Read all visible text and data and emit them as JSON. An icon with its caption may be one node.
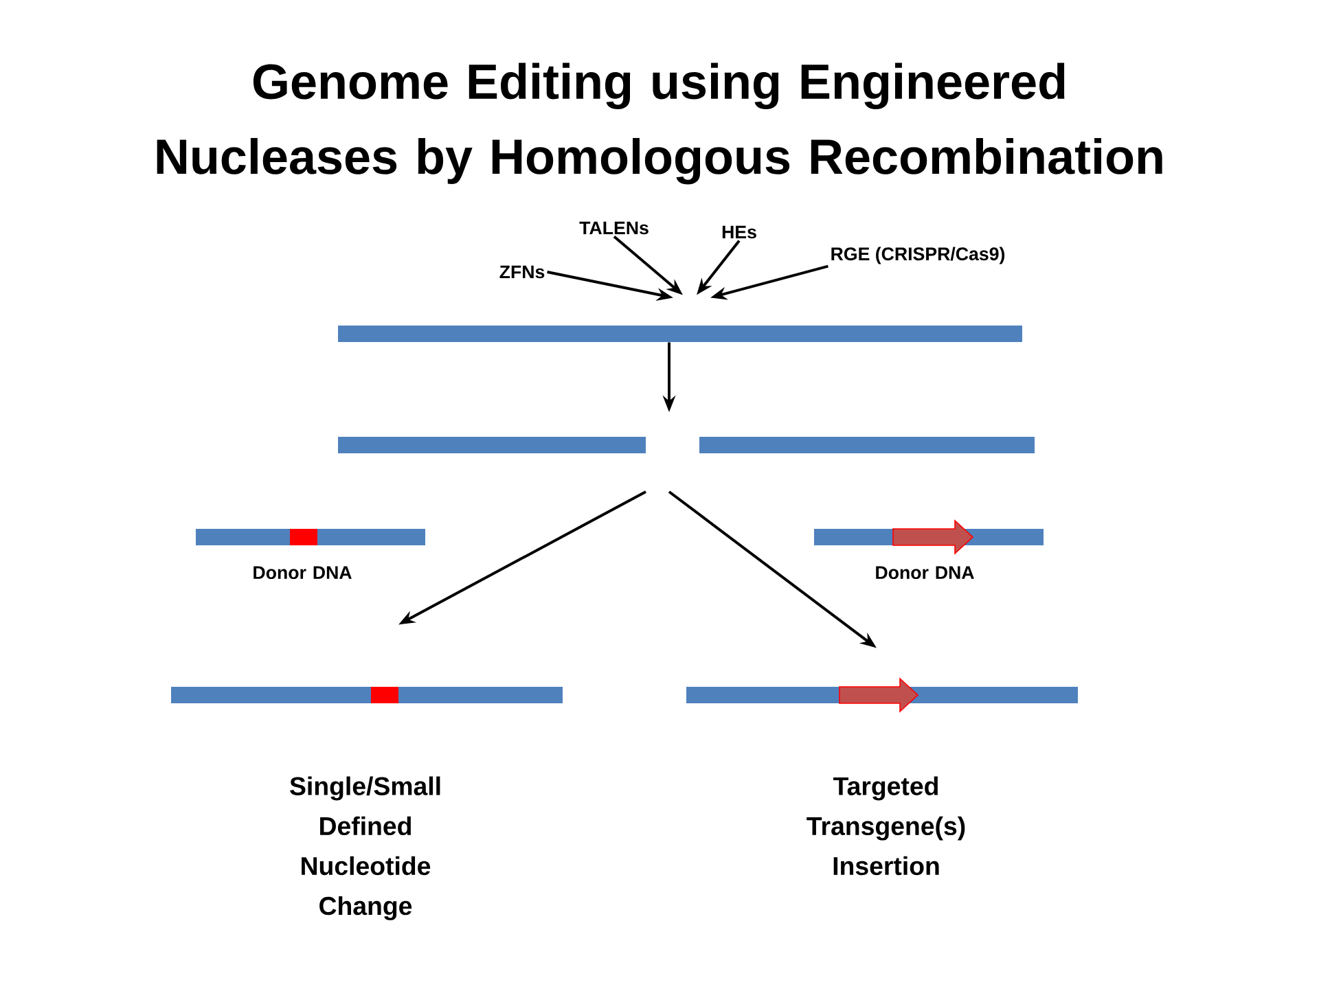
{
  "diagram": {
    "title": "Genome Editing using Engineered Nucleases by Homologous Recombination",
    "nodes": [
      {
        "text": [
          "ZFNs"
        ]
      },
      {
        "text": [
          "TALENs"
        ]
      },
      {
        "text": [
          "HEs"
        ]
      },
      {
        "text": [
          "RGE (CRISPR/Cas9)"
        ]
      },
      {
        "text": [],
        "shape": "bar"
      },
      {
        "text": [],
        "shape": "bar"
      },
      {
        "text": [],
        "shape": "bar"
      },
      {
        "text": [],
        "shape": "bar",
        "beside": [
          "Donor DNA"
        ]
      },
      {
        "text": [],
        "shape": "bar",
        "beside": [
          "Donor DNA"
        ]
      },
      {
        "text": [],
        "shape": "bar",
        "beside": [
          "Single/Small Defined Nucleotide Change"
        ]
      },
      {
        "text": [],
        "shape": "bar",
        "beside": [
          "Targeted Transgene(s) Insertion"
        ]
      }
    ],
    "edges": [
      {
        "from": 0,
        "to": 4,
        "arrow": "to"
      },
      {
        "from": 1,
        "to": 4,
        "arrow": "to"
      },
      {
        "from": 2,
        "to": 4,
        "arrow": "to"
      },
      {
        "from": 3,
        "to": 4,
        "arrow": "to"
      },
      {
        "from": 4,
        "to": null,
        "arrow": "to"
      },
      {
        "from": null,
        "to": 9,
        "arrow": "to"
      },
      {
        "from": null,
        "to": 10,
        "arrow": "to"
      }
    ]
  }
}
